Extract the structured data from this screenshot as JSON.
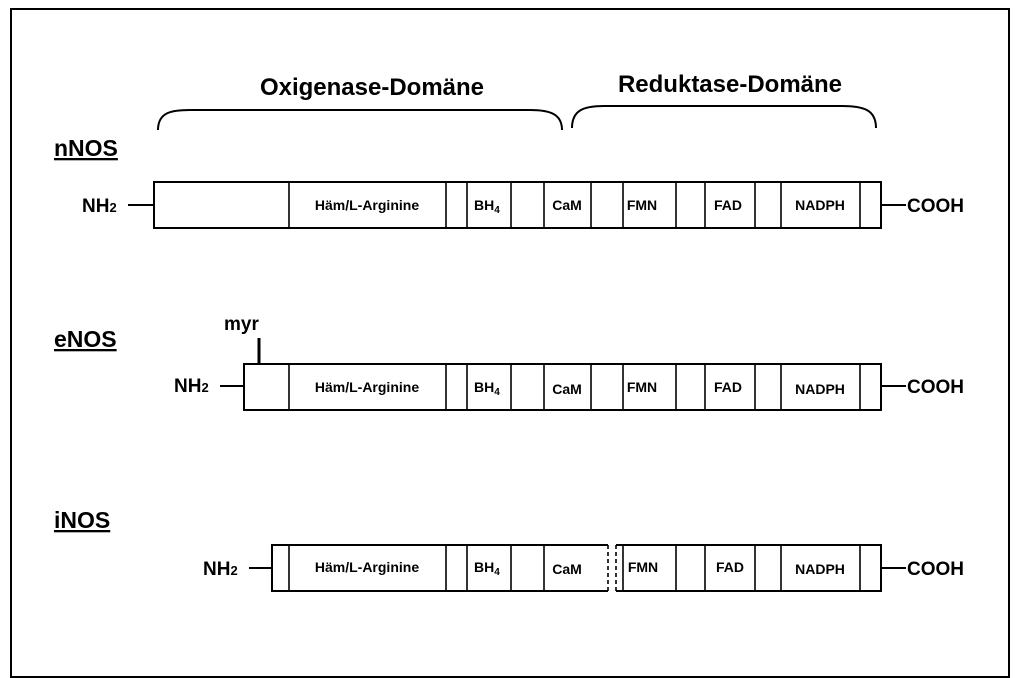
{
  "domains": {
    "oxygenase": "Oxigenase-Domäne",
    "reductase": "Reduktase-Domäne"
  },
  "terminals": {
    "nh": "NH",
    "nh_sub": "2",
    "cooh": "COOH"
  },
  "labels": {
    "heme": "Häm/L-Arginine",
    "bh": "BH",
    "bh_sub": "4",
    "cam": "CaM",
    "fmn": "FMN",
    "fad": "FAD",
    "nadph": "NADPH"
  },
  "isoforms": {
    "nnos": "nNOS",
    "enos": "eNOS",
    "inos": "iNOS"
  },
  "myr": "myr"
}
